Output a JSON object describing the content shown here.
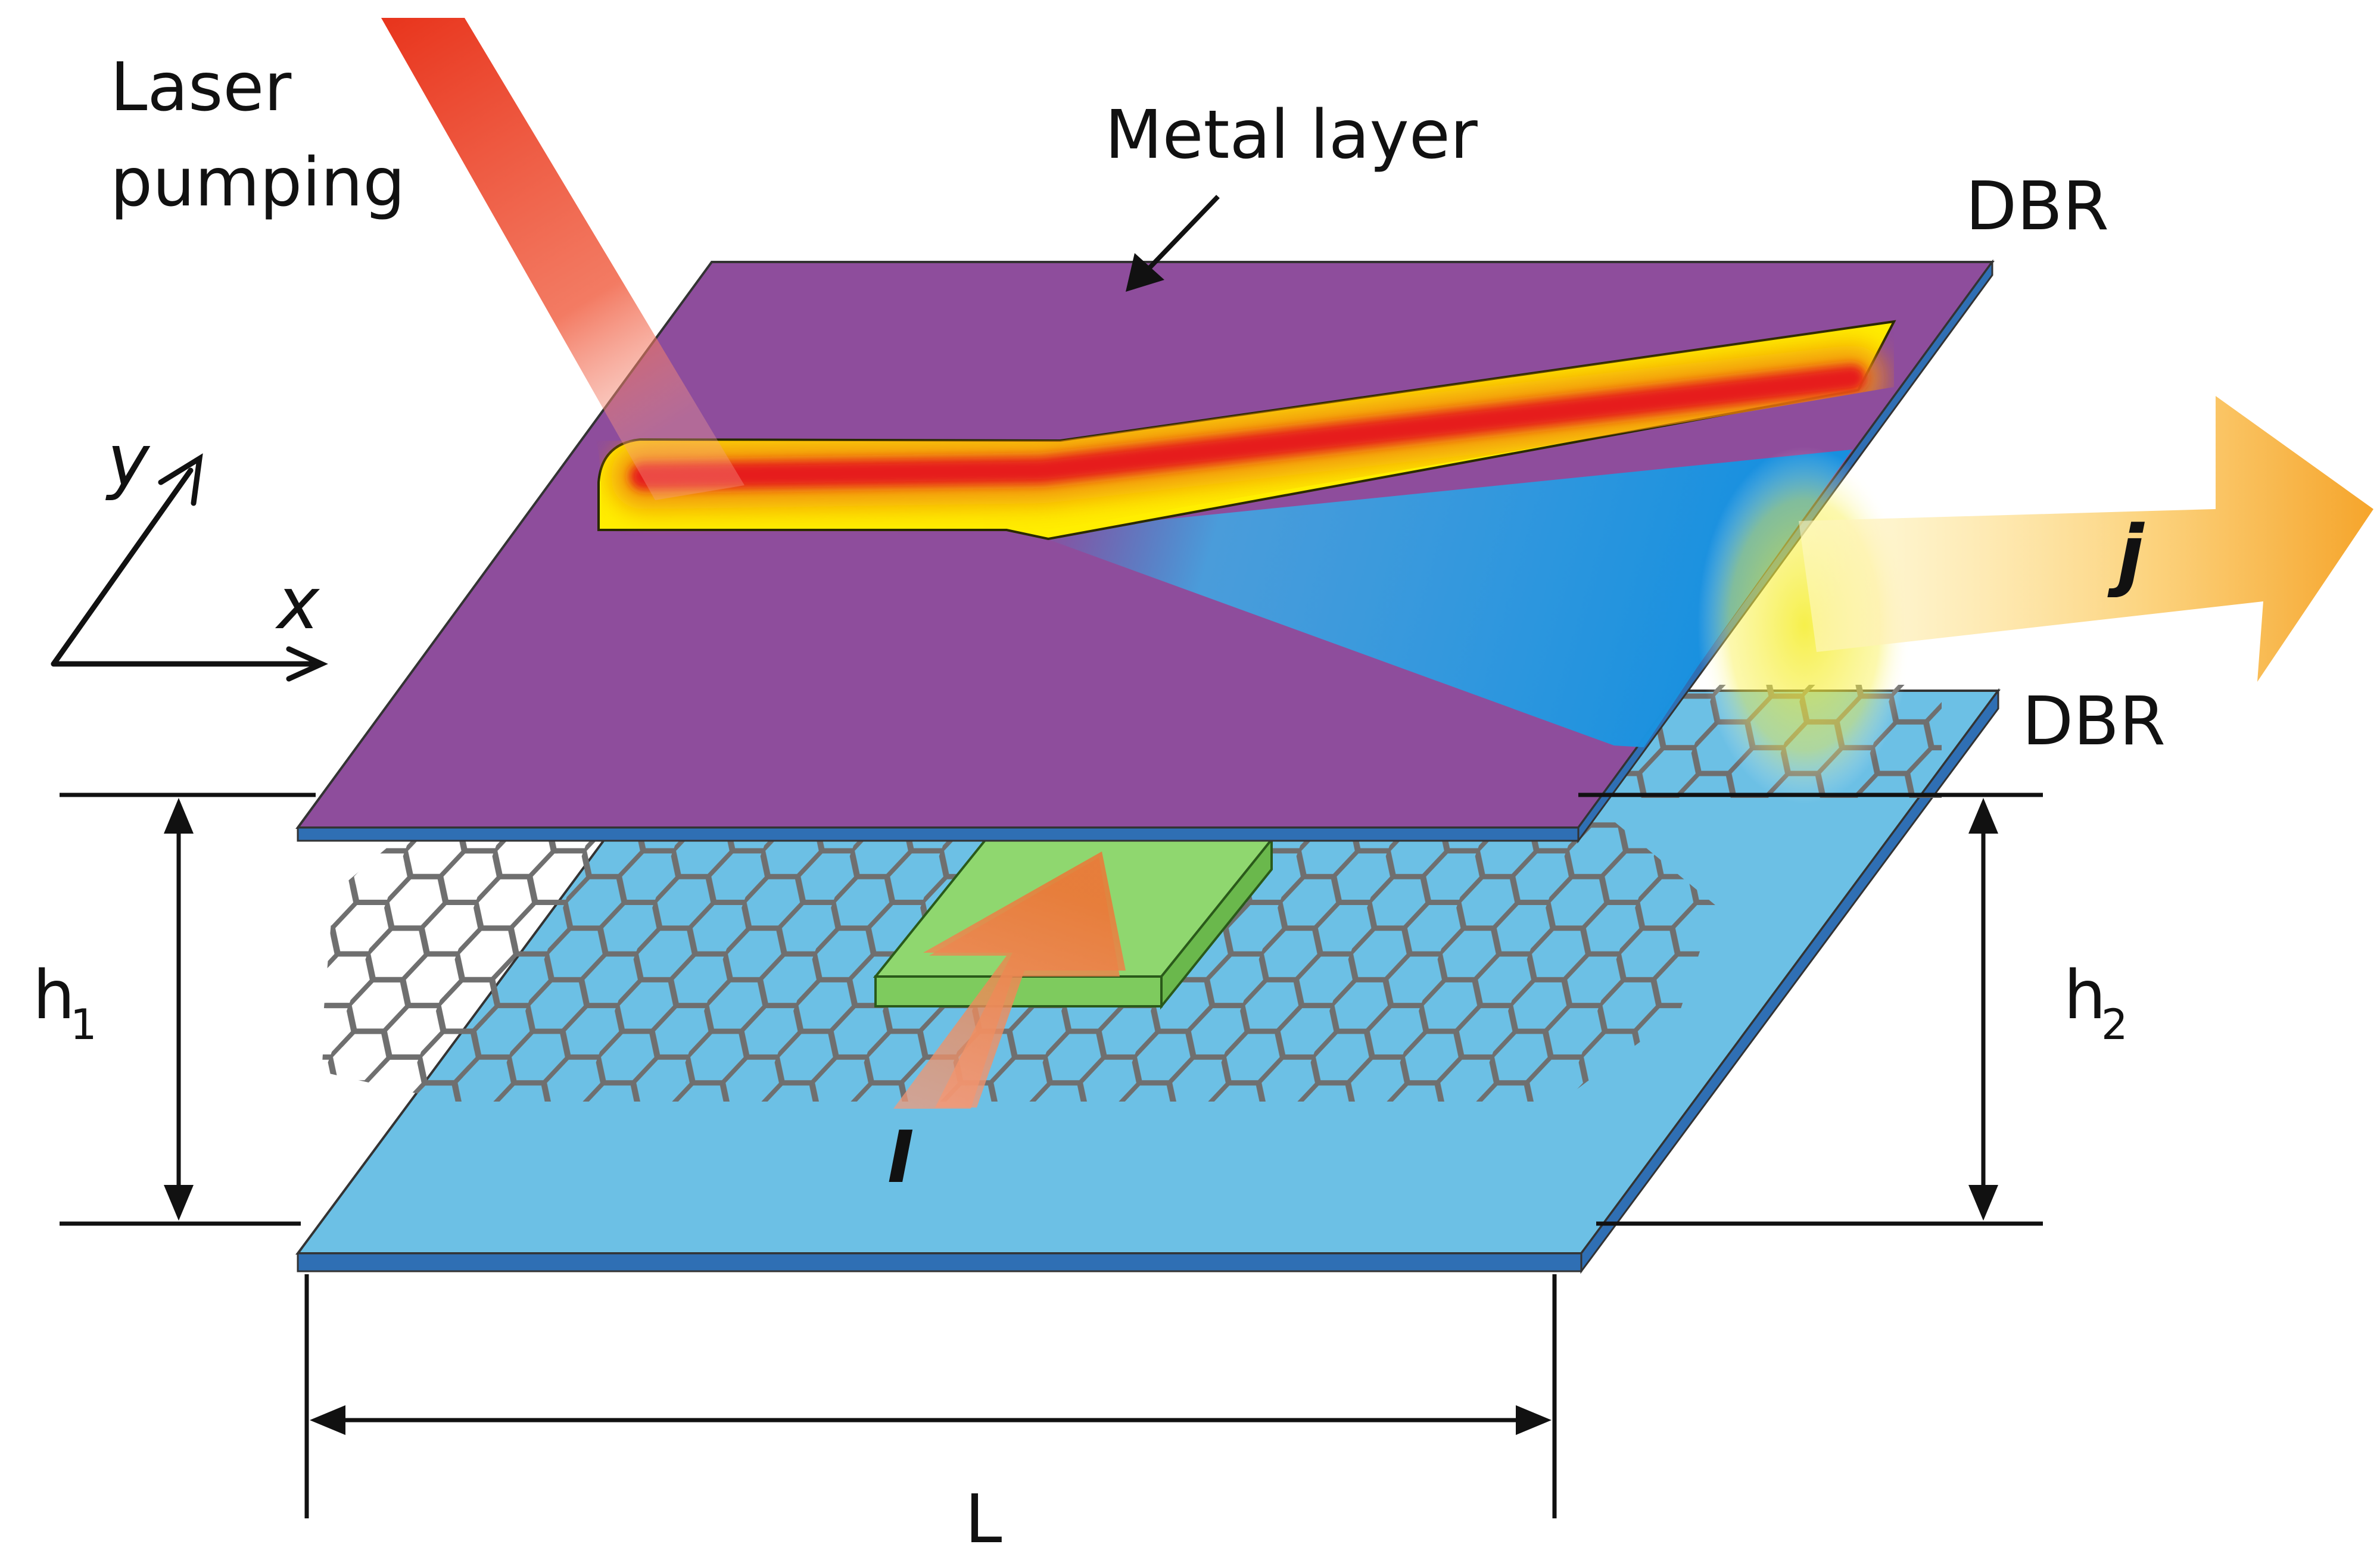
{
  "labels": {
    "laser_line1": "Laser",
    "laser_line2": "pumping",
    "metal_layer": "Metal layer",
    "dbr_top": "DBR",
    "dbr_bottom": "DBR",
    "axis_y": "y",
    "axis_x": "x",
    "current_j": "j",
    "current_i": "I",
    "h1_base": "h",
    "h1_sub": "1",
    "h2_base": "h",
    "h2_sub": "2",
    "length": "L"
  },
  "colors": {
    "metal_layer": "#8e4d9c",
    "dbr_layer": "#6cc0e5",
    "dbr_edge": "#2f6fb4",
    "laser_beam": "#e8341c",
    "mode_yellow": "#ffee00",
    "mode_red": "#e61d1d",
    "blue_beam": "#1ea0e6",
    "graphene": "#6f6f6f",
    "source_block": "#8fd76f",
    "current_arrow": "#f08040",
    "output_arrow": "#f5a623"
  }
}
